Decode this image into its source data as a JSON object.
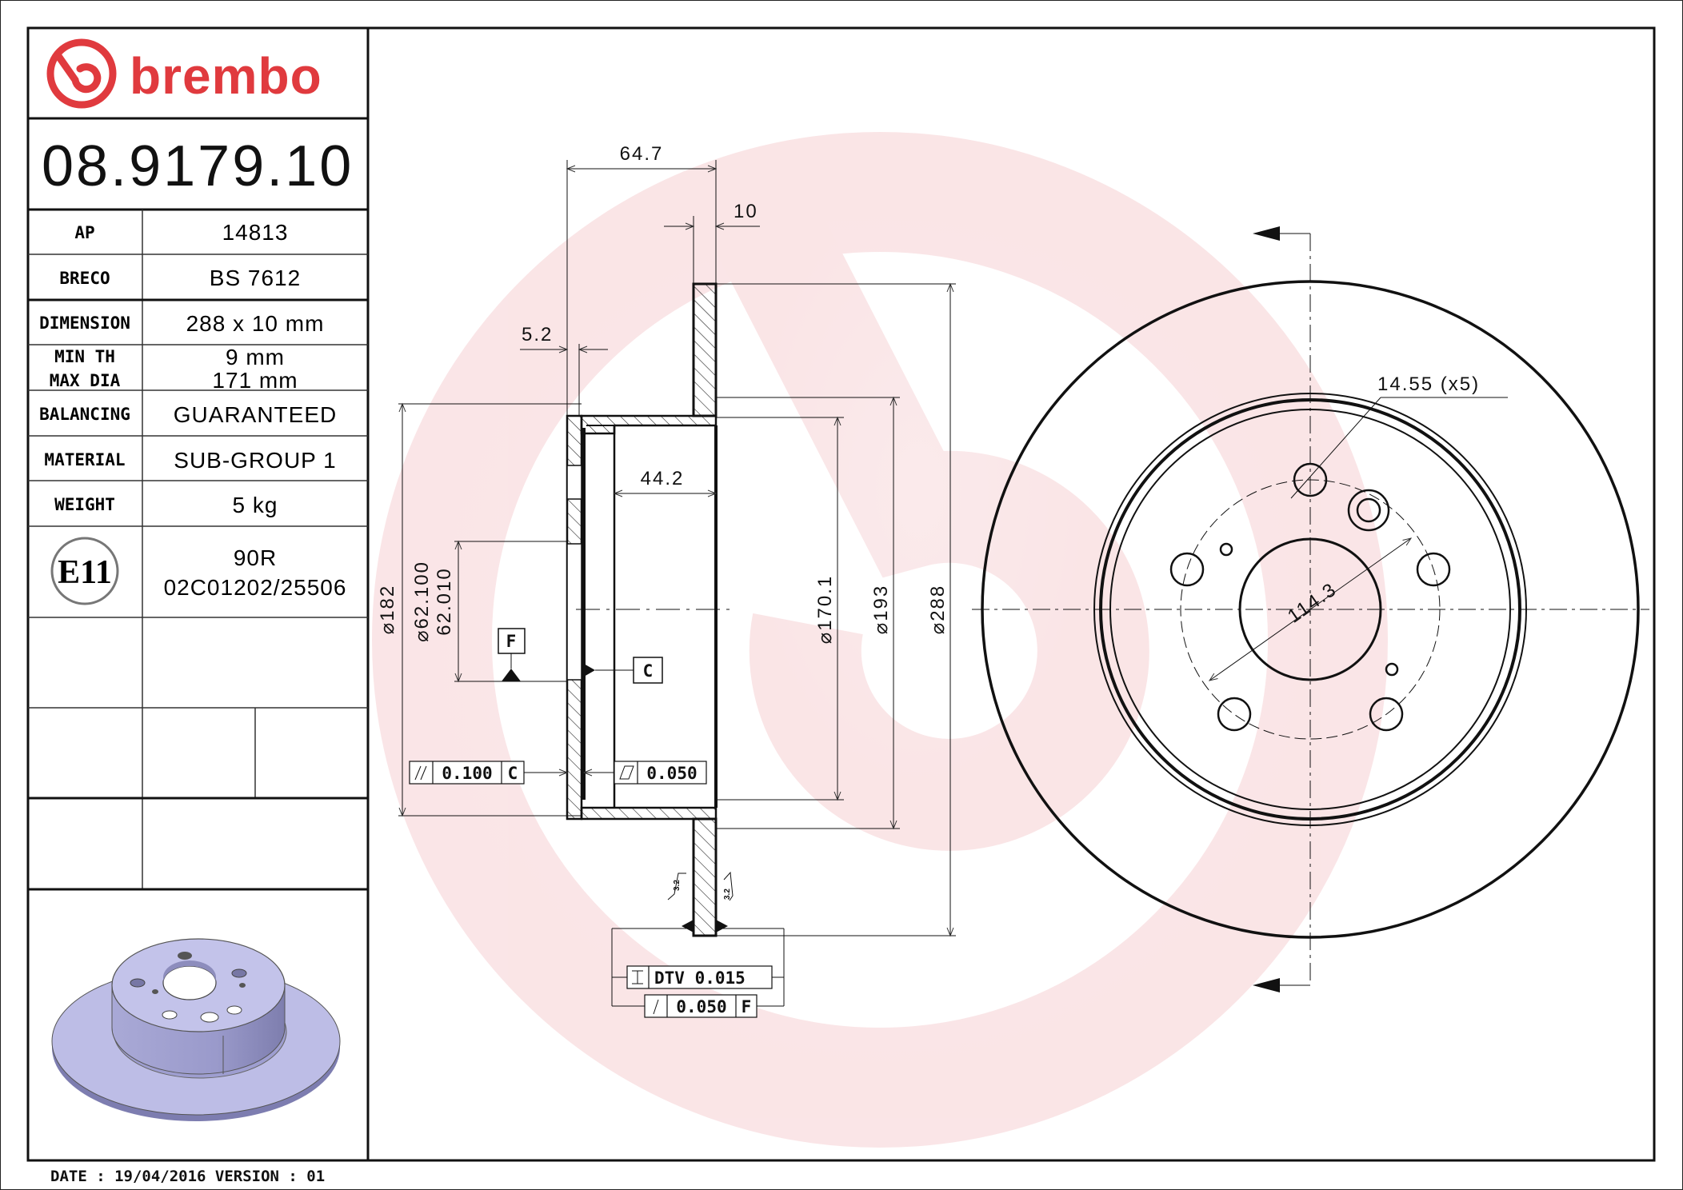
{
  "brand": {
    "name": "brembo",
    "color": "#e03a3e"
  },
  "part_number": "08.9179.10",
  "spec_table": {
    "rows": [
      {
        "label": "AP",
        "value": "14813"
      },
      {
        "label": "BRECO",
        "value": "BS 7612"
      },
      {
        "label": "DIMENSION",
        "value": "288 x 10 mm"
      },
      {
        "label": "MIN TH",
        "label2": "MAX DIA",
        "value": "9 mm",
        "value2": "171 mm"
      },
      {
        "label": "BALANCING",
        "value": "GUARANTEED"
      },
      {
        "label": "MATERIAL",
        "value": "SUB-GROUP 1"
      },
      {
        "label": "WEIGHT",
        "value": "5 kg"
      }
    ],
    "approval": {
      "mark": "E11",
      "line1": "90R",
      "line2": "02C01202/25506"
    }
  },
  "footer": {
    "text": "DATE : 19/04/2016 VERSION : 01",
    "date": "19/04/2016",
    "version": "01"
  },
  "section_view": {
    "dims": {
      "overall_width": "64.7",
      "thickness": "10",
      "hat_wall": "5.2",
      "inner_depth": "44.2",
      "dia_182": "182",
      "bore_max": "62.100",
      "bore_min": "62.010",
      "dia_170": "170.1",
      "dia_193": "193",
      "dia_288": "288"
    },
    "datums": {
      "F": "F",
      "C": "C"
    },
    "tolerances": {
      "parallelism": {
        "symbol": "//",
        "value": "0.100",
        "datum": "C"
      },
      "flatness": {
        "symbol": "flatness",
        "value": "0.050"
      },
      "dtv": {
        "label": "DTV",
        "value": "0.015"
      },
      "runout": {
        "symbol": "runout",
        "value": "0.050",
        "datum": "F"
      }
    },
    "roughness": [
      "3.2",
      "3.2"
    ]
  },
  "front_view": {
    "bolt_hole": "14.55",
    "bolt_count": "(x5)",
    "pcd": "114.3"
  },
  "colors": {
    "line": "#111111",
    "watermark": "#f6d4d6",
    "render_face": "#b9b9e3",
    "render_side": "#8f8fc0"
  }
}
